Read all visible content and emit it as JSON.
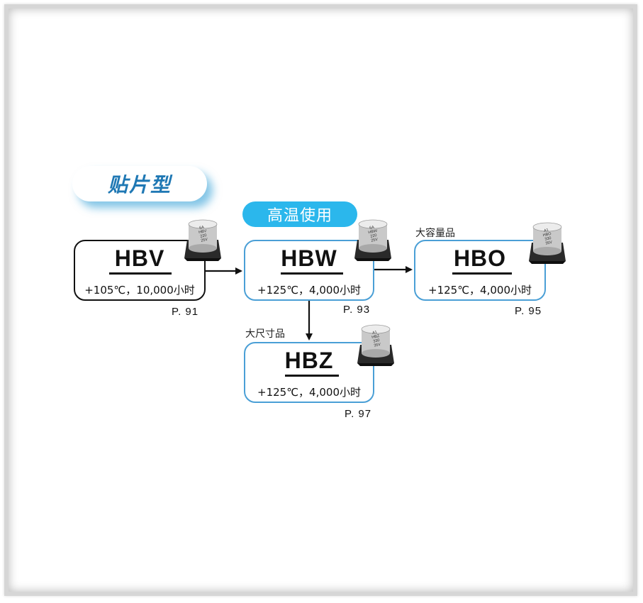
{
  "category_tab": "贴片型",
  "highlight_pill": "高温使用",
  "nodes": {
    "hbv": {
      "name": "HBV",
      "spec": "+105℃，10,000小时",
      "page": "P. 91",
      "cap_text": "6A\nHBV\n220\n25V"
    },
    "hbw": {
      "name": "HBW",
      "spec": "+125℃，4,000小时",
      "page": "P. 93",
      "cap_text": "6A\nHBW\n220\n25V"
    },
    "hbo": {
      "name": "HBO",
      "spec": "+125℃，4,000小时",
      "page": "P. 95",
      "note": "大容量品",
      "cap_text": "A1\nHBO\n330\n35V"
    },
    "hbz": {
      "name": "HBZ",
      "spec": "+125℃，4,000小时",
      "page": "P. 97",
      "note": "大尺寸品",
      "cap_text": "A1\nHBZ\n330\n35V"
    }
  },
  "colors": {
    "tab_text": "#1f78b4",
    "tab_shadow": "#1e96d2",
    "pill_bg": "#2bb7ec",
    "node_border_blue": "#4a9fd6",
    "node_border_black": "#111111"
  }
}
